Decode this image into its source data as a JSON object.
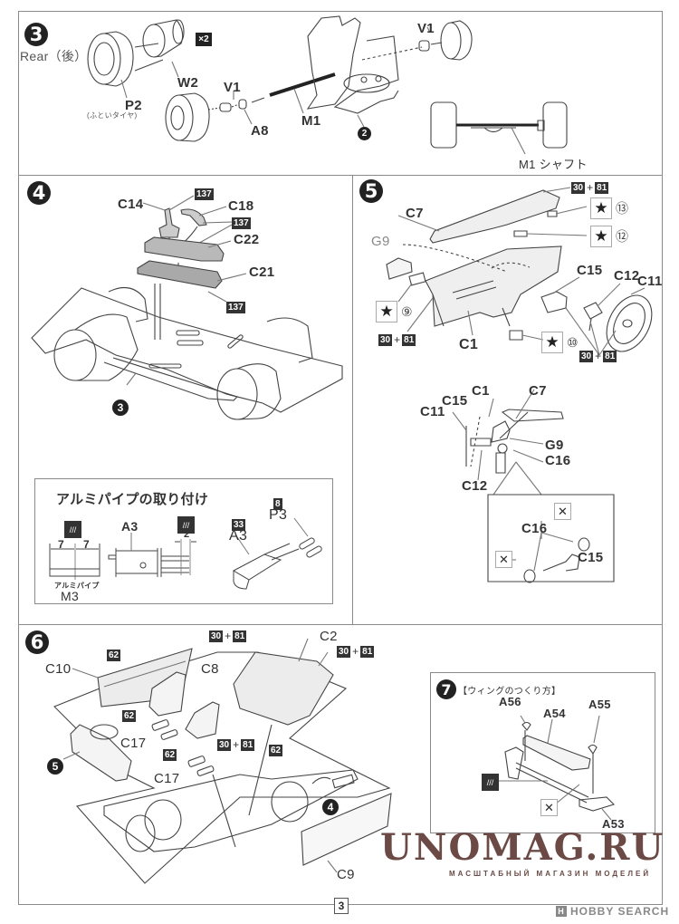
{
  "page": {
    "number": "3"
  },
  "step3": {
    "step": "3",
    "rear_label": "Rear（後）",
    "times_badge": "×2",
    "labels": {
      "p2": "P2",
      "p2_note": "(ふといタイヤ)",
      "w2": "W2",
      "v1_a": "V1",
      "v1_b": "V1",
      "a8": "A8",
      "m1": "M1",
      "ref": "2",
      "shaft": "M1  シャフト"
    }
  },
  "step4": {
    "step": "4",
    "labels": {
      "c14": "C14",
      "c18": "C18",
      "c22": "C22",
      "c21": "C21",
      "ref": "3"
    },
    "paints": [
      "137",
      "137",
      "137"
    ],
    "subpanel": {
      "title": "アルミパイプの取り付け",
      "a3_label": "A3",
      "dim_left": "7",
      "dim_right": "7",
      "dim_gap": "2",
      "pipe_label": "アルミパイプ",
      "m3_label": "M3",
      "a3_paint": "33",
      "a3_right": "A3",
      "p3_paint": "8",
      "p3_label": "P3"
    }
  },
  "step5": {
    "step": "5",
    "labels": {
      "c7": "C7",
      "g9": "G9",
      "c1": "C1",
      "c15": "C15",
      "c12": "C12",
      "c11": "C11"
    },
    "paint_plus": "+",
    "paint_a": "30",
    "paint_b": "81",
    "decals": [
      "13",
      "12",
      "9",
      "10"
    ],
    "decal_glyphs": [
      "⑬",
      "⑫",
      "⑨",
      "⑩"
    ],
    "detail": {
      "labels": {
        "c1": "C1",
        "c7": "C7",
        "c15": "C15",
        "c11": "C11",
        "g9": "G9",
        "c16": "C16",
        "c12": "C12"
      },
      "inset": {
        "c16": "C16",
        "c15": "C15"
      }
    }
  },
  "step6": {
    "step": "6",
    "labels": {
      "c10": "C10",
      "c8": "C8",
      "c2": "C2",
      "c17_a": "C17",
      "c17_b": "C17",
      "c9": "C9",
      "ref5": "5",
      "ref4": "4"
    },
    "paint_62": "62",
    "paint_a": "30",
    "paint_b": "81",
    "paint_plus": "+"
  },
  "step7": {
    "step": "7",
    "title": "【ウィングのつくり方】",
    "labels": {
      "a56": "A56",
      "a54": "A54",
      "a55": "A55",
      "a53": "A53"
    }
  },
  "watermark": {
    "title": "UNOMAG.RU",
    "subtitle": "МАСШТАБНЫЙ МАГАЗИН МОДЕЛЕЙ"
  },
  "footer_brand": {
    "logo": "H",
    "name": "HOBBY SEARCH"
  }
}
